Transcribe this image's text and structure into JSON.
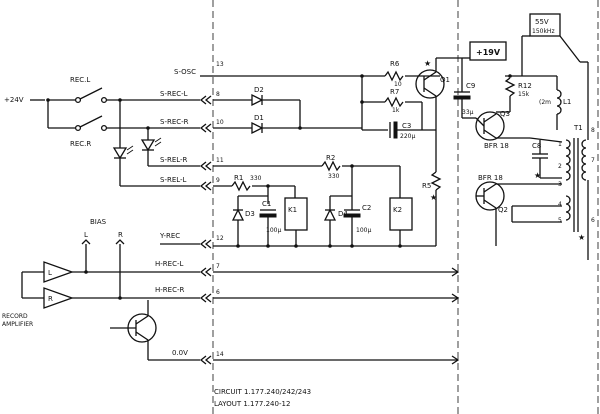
{
  "supply": {
    "plus24": "+24V",
    "plus19": "+19V",
    "v55": "55V",
    "khz": "150kHz"
  },
  "switches": {
    "rec_l": "REC.L",
    "rec_r": "REC.R"
  },
  "lines": {
    "s_osc": "S-OSC",
    "s_rec_l": "S-REC-L",
    "s_rec_r": "S-REC-R",
    "s_rel_r": "S-REL-R",
    "s_rel_l": "S-REL-L",
    "y_rec": "Y-REC",
    "h_rec_l": "H-REC-L",
    "h_rec_r": "H-REC-R",
    "zero_v": "0.0V"
  },
  "pins": [
    "13",
    "8",
    "10",
    "11",
    "9",
    "12",
    "7",
    "6",
    "14"
  ],
  "components": {
    "D2": "D2",
    "D1": "D1",
    "D3": "D3",
    "D4": "D4",
    "R1": "R1",
    "R1_val": "330",
    "R2": "R2",
    "R2_val": "330",
    "R5": "R5",
    "R6": "R6",
    "R6_val": "10",
    "R7": "R7",
    "R7_val": "1k",
    "R12": "R12",
    "R12_val": "15k",
    "C1": "C1",
    "C1_val": "100µ",
    "C2": "C2",
    "C2_val": "100µ",
    "C3": "C3",
    "C3_val": "220µ",
    "C8": "C8",
    "C9": "C9",
    "C9_val": "33µ",
    "K1": "K1",
    "K2": "K2",
    "Q1": "Q1",
    "Q2": "Q2",
    "Q3": "Q3",
    "Q2_type": "BFR 18",
    "Q3_type": "BFR 18",
    "L1": "L1",
    "L1_val": "(2m",
    "T1": "T1"
  },
  "t1_pins": [
    "8",
    "7",
    "1",
    "2",
    "3",
    "4",
    "5",
    "6"
  ],
  "bias": {
    "label": "BIAS",
    "l": "L",
    "r": "R"
  },
  "amp": {
    "l": "L",
    "r": "R",
    "caption_1": "RECORD",
    "caption_2": "AMPLIFIER"
  },
  "star": "★",
  "footer": {
    "circuit": "CIRCUIT  1.177.240/242/243",
    "layout": "LAYOUT   1.177.240-12"
  }
}
